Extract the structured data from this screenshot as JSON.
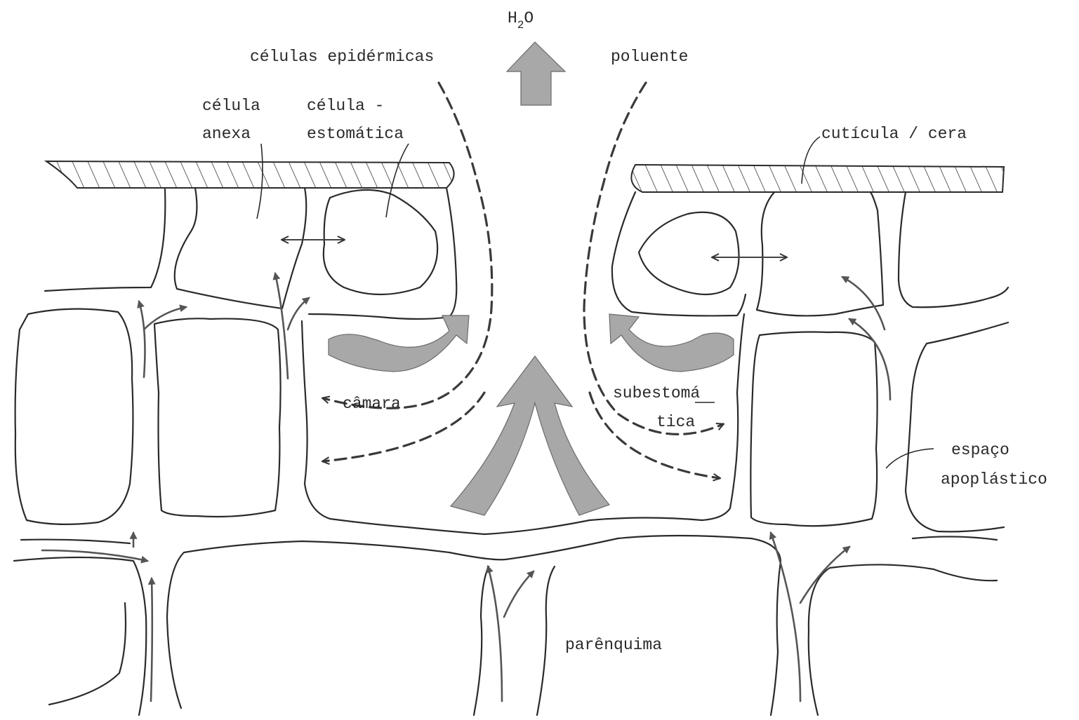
{
  "labels": {
    "water_main": "H",
    "water_sub": "2",
    "water_tail": "O",
    "epidermal_cells": "células epidérmicas",
    "pollutant": "poluente",
    "annex_cell_line1": "célula",
    "annex_cell_line2": "anexa",
    "guard_cell_line1": "célula -",
    "guard_cell_line2": "estomática",
    "cuticle_wax": "cutícula / cera",
    "chamber": "câmara",
    "substomatic_line1": "subestomá",
    "substomatic_line2": "tica",
    "apoplastic_line1": "espaço",
    "apoplastic_line2": "apoplástico",
    "parenchyma": "parênquima"
  },
  "colors": {
    "ink": "#2a2a2a",
    "water_arrow_fill": "#a8a8a8",
    "background": "#ffffff"
  },
  "icons": {
    "water_vapor": "upward-block-arrow",
    "transpiration_flow": "curved-block-arrow",
    "pollutant_path": "dashed-arrow",
    "apoplastic_flow": "thin-arrow",
    "exchange": "double-headed-arrow"
  }
}
